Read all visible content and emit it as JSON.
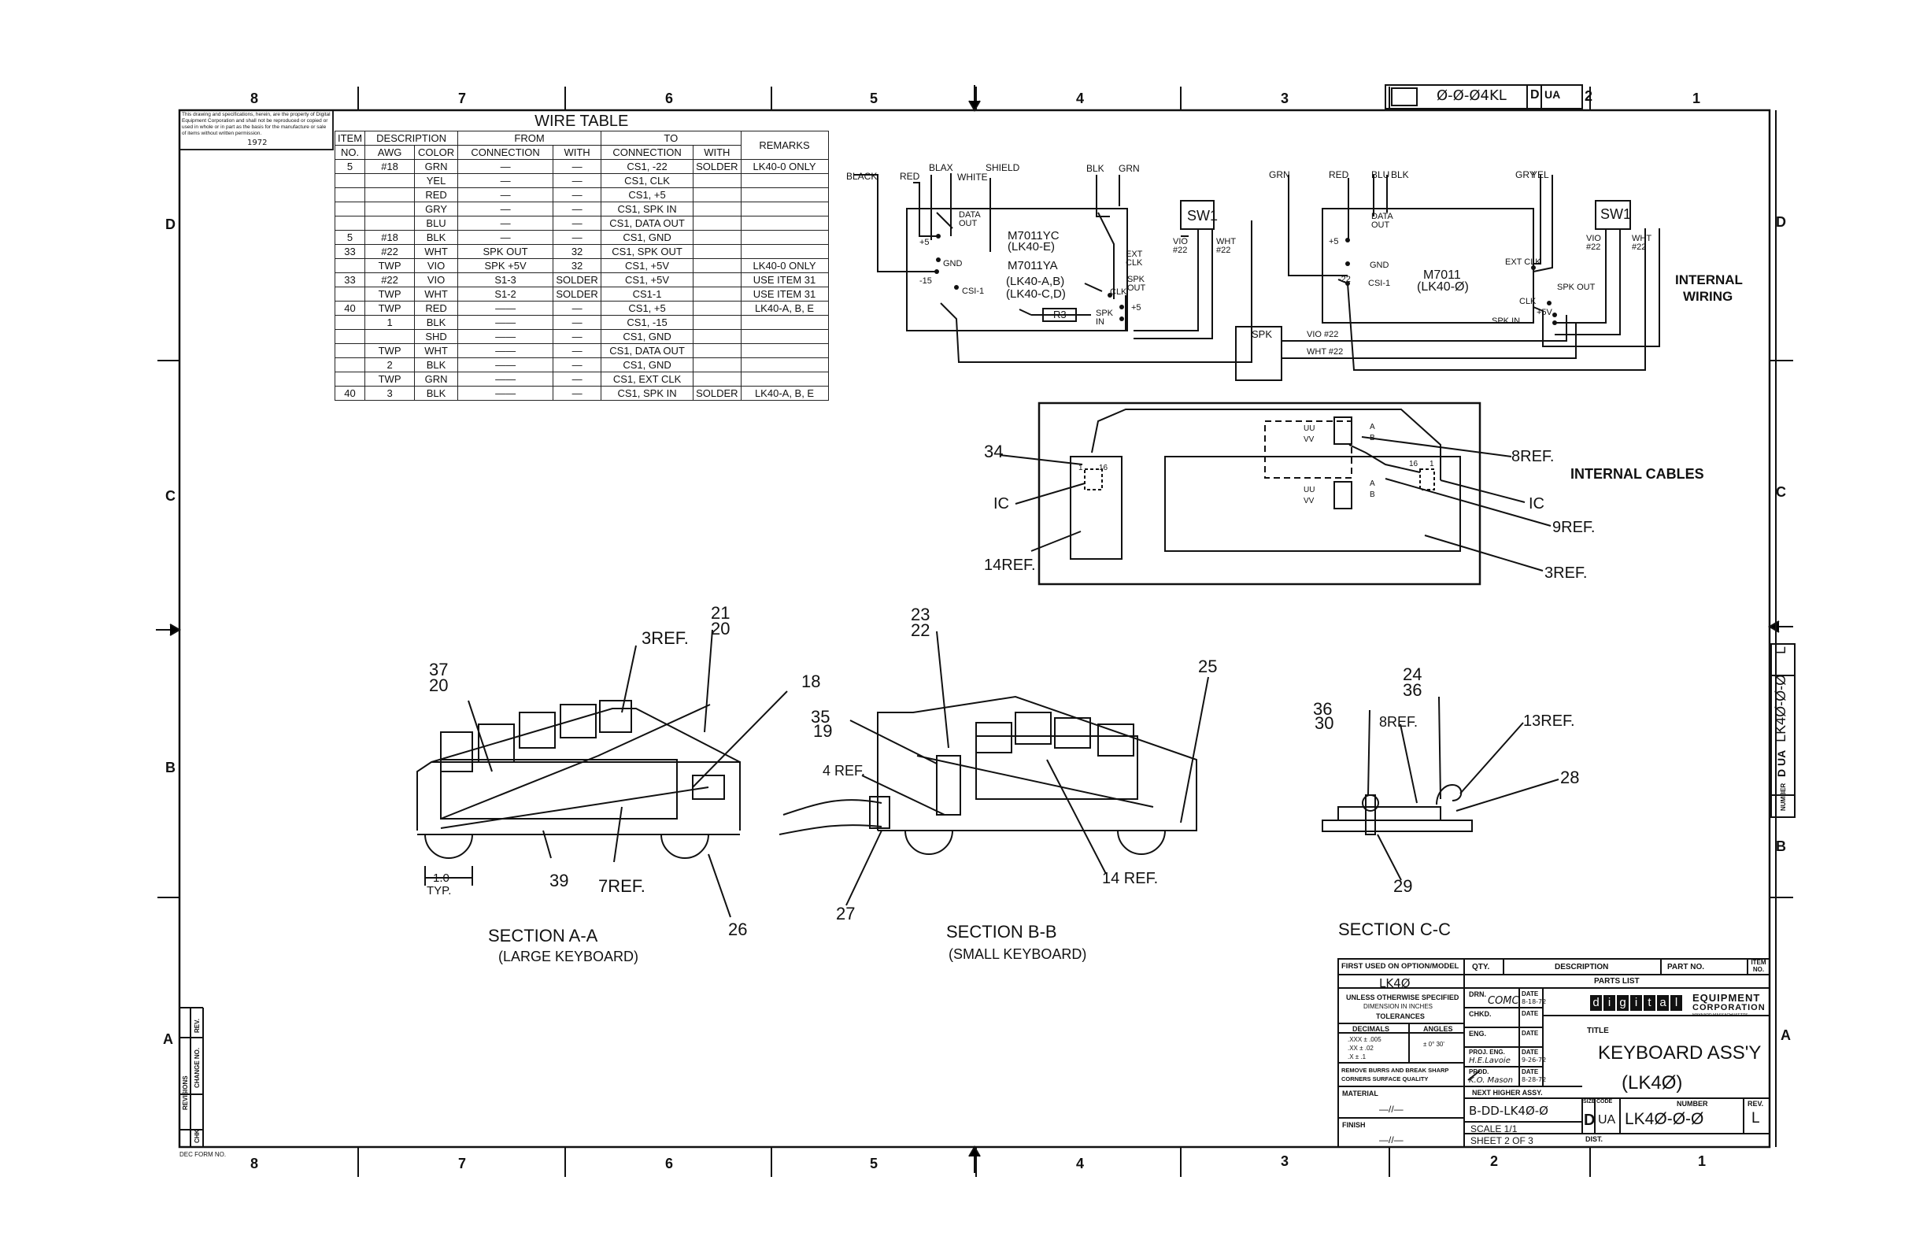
{
  "zones": {
    "top": [
      "8",
      "7",
      "6",
      "5",
      "4",
      "3",
      "2",
      "1"
    ],
    "left": [
      "D",
      "C",
      "B",
      "A"
    ],
    "right": [
      "D",
      "C",
      "B",
      "A"
    ]
  },
  "top_block": {
    "drawing_no_mirrored": "Ø-Ø-Ø4KL",
    "size": "D",
    "code": "UA"
  },
  "copyright_note": {
    "text": "This drawing and specifications, herein, are the property of Digital Equipment Corporation and shall not be reproduced or copied or used in whole or in part as the basis for the manufacture or sale of items without written permission.",
    "year": "1972"
  },
  "wire_table": {
    "title": "WIRE TABLE",
    "headers": {
      "item": "ITEM",
      "item_no": "NO.",
      "description": "DESCRIPTION",
      "awg": "AWG",
      "color": "COLOR",
      "from": "FROM",
      "from_connection": "CONNECTION",
      "from_with": "WITH",
      "to": "TO",
      "to_connection": "CONNECTION",
      "to_with": "WITH",
      "remarks": "REMARKS"
    },
    "rows": [
      {
        "item": "5",
        "awg": "#18",
        "color": "GRN",
        "from_conn": "—",
        "from_with": "—",
        "to_conn": "CS1, -22",
        "to_with": "SOLDER",
        "remarks": "LK40-0 ONLY"
      },
      {
        "item": "",
        "awg": "",
        "color": "YEL",
        "from_conn": "—",
        "from_with": "—",
        "to_conn": "CS1, CLK",
        "to_with": "",
        "remarks": ""
      },
      {
        "item": "",
        "awg": "",
        "color": "RED",
        "from_conn": "—",
        "from_with": "—",
        "to_conn": "CS1, +5",
        "to_with": "",
        "remarks": ""
      },
      {
        "item": "",
        "awg": "",
        "color": "GRY",
        "from_conn": "—",
        "from_with": "—",
        "to_conn": "CS1, SPK IN",
        "to_with": "",
        "remarks": ""
      },
      {
        "item": "",
        "awg": "",
        "color": "BLU",
        "from_conn": "—",
        "from_with": "—",
        "to_conn": "CS1, DATA OUT",
        "to_with": "",
        "remarks": ""
      },
      {
        "item": "5",
        "awg": "#18",
        "color": "BLK",
        "from_conn": "—",
        "from_with": "—",
        "to_conn": "CS1, GND",
        "to_with": "",
        "remarks": ""
      },
      {
        "item": "33",
        "awg": "#22",
        "color": "WHT",
        "from_conn": "SPK OUT",
        "from_with": "32",
        "to_conn": "CS1, SPK OUT",
        "to_with": "",
        "remarks": ""
      },
      {
        "item": "",
        "awg": "TWP",
        "color": "VIO",
        "from_conn": "SPK +5V",
        "from_with": "32",
        "to_conn": "CS1, +5V",
        "to_with": "",
        "remarks": "LK40-0 ONLY"
      },
      {
        "item": "33",
        "awg": "#22",
        "color": "VIO",
        "from_conn": "S1-3",
        "from_with": "SOLDER",
        "to_conn": "CS1, +5V",
        "to_with": "",
        "remarks": "USE ITEM 31"
      },
      {
        "item": "",
        "awg": "TWP",
        "color": "WHT",
        "from_conn": "S1-2",
        "from_with": "SOLDER",
        "to_conn": "CS1-1",
        "to_with": "",
        "remarks": "USE ITEM 31"
      },
      {
        "item": "40",
        "awg": "TWP",
        "color": "RED",
        "from_conn": "——",
        "from_with": "—",
        "to_conn": "CS1, +5",
        "to_with": "",
        "remarks": "LK40-A, B, E"
      },
      {
        "item": "",
        "awg": "1",
        "color": "BLK",
        "from_conn": "——",
        "from_with": "—",
        "to_conn": "CS1, -15",
        "to_with": "",
        "remarks": ""
      },
      {
        "item": "",
        "awg": "",
        "color": "SHD",
        "from_conn": "——",
        "from_with": "—",
        "to_conn": "CS1, GND",
        "to_with": "",
        "remarks": ""
      },
      {
        "item": "",
        "awg": "TWP",
        "color": "WHT",
        "from_conn": "——",
        "from_with": "—",
        "to_conn": "CS1, DATA OUT",
        "to_with": "",
        "remarks": ""
      },
      {
        "item": "",
        "awg": "2",
        "color": "BLK",
        "from_conn": "——",
        "from_with": "—",
        "to_conn": "CS1, GND",
        "to_with": "",
        "remarks": ""
      },
      {
        "item": "",
        "awg": "TWP",
        "color": "GRN",
        "from_conn": "——",
        "from_with": "—",
        "to_conn": "CS1, EXT CLK",
        "to_with": "",
        "remarks": ""
      },
      {
        "item": "40",
        "awg": "3",
        "color": "BLK",
        "from_conn": "——",
        "from_with": "—",
        "to_conn": "CS1, SPK IN",
        "to_with": "SOLDER",
        "remarks": "LK40-A, B, E"
      }
    ]
  },
  "wiring_left": {
    "wire_labels": [
      "BLACK",
      "RED",
      "BLAX",
      "WHITE",
      "SHIELD",
      "BLK",
      "GRN"
    ],
    "module_lines": [
      "M7011YC",
      "(LK40-E)",
      "M7011YA",
      "(LK40-A,B)",
      "(LK40-C,D)"
    ],
    "pins": [
      "+5",
      "GND",
      "-15",
      "CSI-1",
      "DATA OUT",
      "EXT CLK",
      "CLK",
      "SPK OUT",
      "SPK IN",
      "+5"
    ],
    "resistor": "R3",
    "switch": "SW1",
    "switch_wires": [
      "VIO #22",
      "WHT #22"
    ]
  },
  "wiring_right": {
    "wire_labels": [
      "GRN",
      "RED",
      "BLU",
      "BLK",
      "GRY",
      "YEL"
    ],
    "module_lines": [
      "M7011",
      "(LK40-Ø)"
    ],
    "pins": [
      "+5",
      "DATA OUT",
      "GND",
      "-22",
      "CSI-1",
      "EXT CLK",
      "CLK",
      "SPK OUT",
      "+5V",
      "SPK IN"
    ],
    "switch": "SW1",
    "switch_wires": [
      "VIO #22",
      "WHT #22"
    ],
    "speaker": "SPK",
    "speaker_wires": [
      "VIO #22",
      "WHT #22"
    ]
  },
  "internal_wiring_label": [
    "INTERNAL",
    "WIRING"
  ],
  "cables": {
    "label": "INTERNAL CABLES",
    "callouts": [
      "34",
      "IC",
      "14REF.",
      "8REF.",
      "IC",
      "9REF.",
      "3REF."
    ],
    "connector_pins": [
      "UU",
      "VV",
      "A",
      "B",
      "UU",
      "VV",
      "A",
      "B"
    ],
    "header_pins": [
      "1",
      "16",
      "16",
      "1"
    ]
  },
  "sections": [
    {
      "title": "SECTION A-A",
      "subtitle": "(LARGE KEYBOARD)",
      "callouts": [
        "37",
        "20",
        "3REF.",
        "21",
        "20",
        "18",
        "39",
        "7REF.",
        "26",
        "1.0",
        "TYP."
      ]
    },
    {
      "title": "SECTION B-B",
      "subtitle": "(SMALL KEYBOARD)",
      "callouts": [
        "23",
        "22",
        "35",
        "19",
        "4 REF.",
        "25",
        "27",
        "14 REF."
      ]
    },
    {
      "title": "SECTION C-C",
      "subtitle": "",
      "callouts": [
        "24",
        "36",
        "36",
        "30",
        "8REF.",
        "13REF.",
        "28",
        "29"
      ]
    }
  ],
  "title_block": {
    "first_used_label": "FIRST USED ON OPTION/MODEL",
    "first_used_value": "LK4Ø",
    "qty": "QTY.",
    "description": "DESCRIPTION",
    "part_no": "PART NO.",
    "item_no": "ITEM NO.",
    "parts_list": "PARTS LIST",
    "unless_lines": [
      "UNLESS OTHERWISE SPECIFIED",
      "DIMENSION IN INCHES",
      "TOLERANCES"
    ],
    "decimals": "DECIMALS",
    "angles": "ANGLES",
    "tol_lines": [
      ".XXX ± .005",
      ".XX ± .02",
      ".X ± .1"
    ],
    "angle_tol": "± 0° 30'",
    "burrs": "REMOVE BURRS AND BREAK SHARP CORNERS SURFACE QUALITY",
    "material": "MATERIAL",
    "finish": "FINISH",
    "material_value": "—//—",
    "finish_value": "—//—",
    "drn": "DRN.",
    "chkd": "CHKD.",
    "eng": "ENG.",
    "proj_eng": "PROJ. ENG.",
    "prod": "PROD.",
    "date": "DATE",
    "drn_sig": "COMC",
    "drn_date": "8-18-72",
    "proj_sig": "H.E.Lavoie",
    "proj_date": "9-26-72",
    "prod_sig": "K.O. Mason",
    "prod_date": "8-28-72",
    "next_higher": "NEXT HIGHER ASSY.",
    "next_higher_value": "B-DD-LK4Ø-Ø",
    "scale": "SCALE 1/1",
    "sheet": "SHEET 2 OF 3",
    "company_logo": "digital",
    "company_name": [
      "EQUIPMENT",
      "CORPORATION",
      "MAYNARD MASSACHUSETTS"
    ],
    "title_label": "TITLE",
    "title_lines": [
      "KEYBOARD ASS'Y",
      "(LK4Ø)"
    ],
    "size_label": "SIZE",
    "code_label": "CODE",
    "number_label": "NUMBER",
    "rev_label": "REV.",
    "size": "D",
    "code": "UA",
    "number": "LK4Ø-Ø-Ø",
    "rev": "L",
    "dist": "DIST."
  },
  "side_block": {
    "number_label": "NUMBER",
    "size_code": "D UA",
    "number": "LK4Ø-Ø-Ø",
    "rev": "L"
  },
  "revisions_strip": {
    "rev": "REV.",
    "change_no": "CHANGE NO.",
    "revisions": "REVISIONS",
    "chk": "CHK",
    "form": "DEC FORM NO."
  }
}
